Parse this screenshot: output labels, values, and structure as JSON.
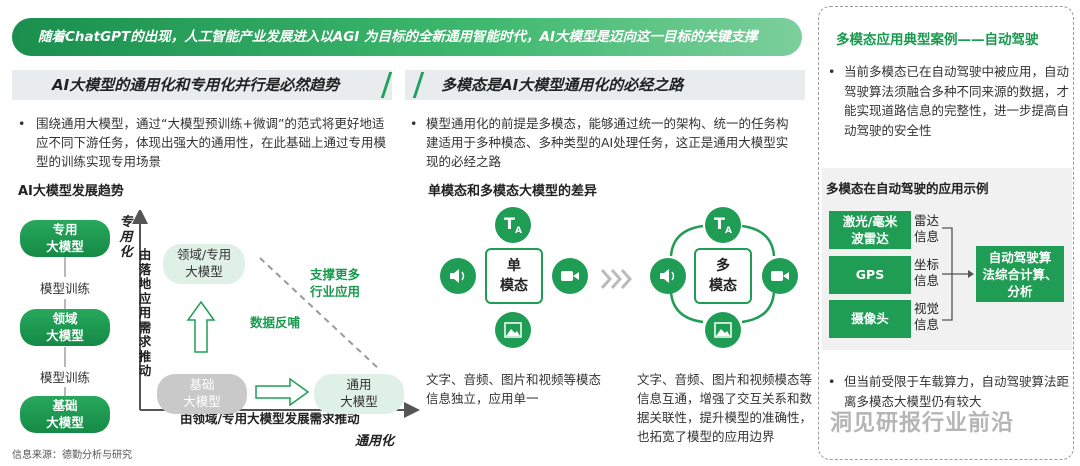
{
  "banner": "随着ChatGPT的出现，人工智能产业发展进入以AGI 为目标的全新通用智能时代，AI大模型是迈向这一目标的关键支撑",
  "left": {
    "heading": "AI大模型的通用化和专用化并行是必然趋势",
    "bullet": "围绕通用大模型，通过“大模型预训练+微调”的范式将更好地适应不同下游任务，体现出强大的通用性，在此基础上通过专用模型的训练实现专用场景",
    "trend_title": "AI大模型发展趋势",
    "stack": [
      "专用\n大模型",
      "模型训练",
      "领域\n大模型",
      "模型训练",
      "基础\n大模型"
    ],
    "axis_y_label": "专用化",
    "axis_y_desc": "由落地应用需求推动",
    "axis_x_desc": "由领域/专用大模型发展需求推动",
    "axis_x_label": "通用化",
    "box_domain": "领域/专用\n大模型",
    "box_base": "基础\n大模型",
    "box_general": "通用\n大模型",
    "support_more": "支撑更多\n行业应用",
    "feedback": "数据反哺"
  },
  "middle": {
    "heading": "多模态是AI大模型通用化的必经之路",
    "bullet": "模型通用化的前提是多模态，能够通过统一的架构、统一的任务构建适用于多种模态、多种类型的AI处理任务，这正是通用大模型实现的必经之路",
    "diff_title": "单模态和多模态大模型的差异",
    "single_node": "单\n模态",
    "multi_node": "多\n模态",
    "single_desc": "文字、音频、图片和视频等模态信息独立，应用单一",
    "multi_desc": "文字、音频、图片和视频模态等信息互通，增强了交互关系和数据关联性，提升模型的准确性，也拓宽了模型的应用边界"
  },
  "right": {
    "title": "多模态应用典型案例——自动驾驶",
    "bullet1": "当前多模态已在自动驾驶中被应用，自动驾驶算法须融合多种不同来源的数据，才能实现道路信息的完整性，进一步提高自动驾驶的安全性",
    "example_title": "多模态在自动驾驶的应用示例",
    "sensors": [
      "激光/毫米\n波雷达",
      "GPS",
      "摄像头"
    ],
    "infos": [
      "雷达\n信息",
      "坐标\n信息",
      "视觉\n信息"
    ],
    "result": "自动驾驶算\n法综合计算、\n分析",
    "bullet2": "但当前受限于车载算力，自动驾驶算法距离多模态大模型仍有较大"
  },
  "source": "信息来源：德勤分析与研究",
  "watermark": "洞见研报行业前沿",
  "colors": {
    "green": "#1f9d55",
    "light_green": "#dff1e6"
  }
}
